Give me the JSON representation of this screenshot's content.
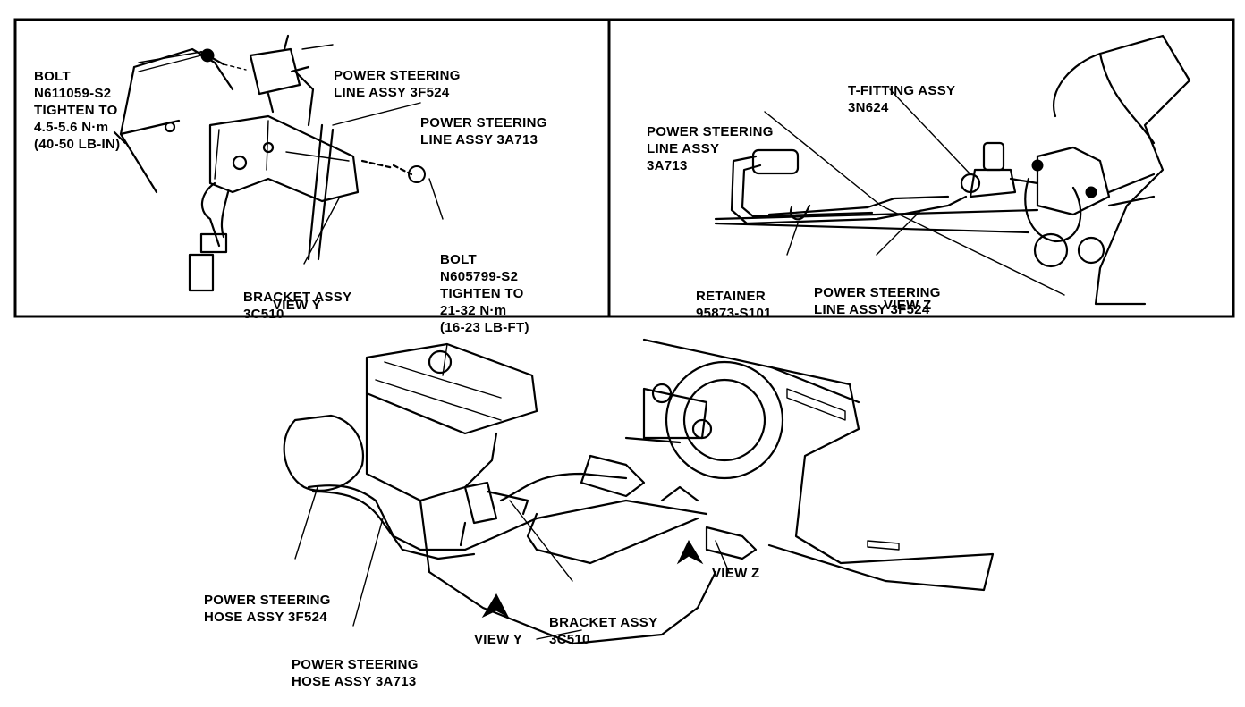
{
  "view_y": {
    "title": "VIEW Y",
    "bolt_upper": [
      "BOLT",
      "N611059-S2",
      "TIGHTEN TO",
      "4.5-5.6 N·m",
      "(40-50 LB-IN)"
    ],
    "line_3f524": [
      "POWER STEERING",
      "LINE ASSY 3F524"
    ],
    "line_3a713": [
      "POWER STEERING",
      "LINE ASSY 3A713"
    ],
    "bracket": [
      "BRACKET ASSY",
      "3C510"
    ],
    "bolt_lower": [
      "BOLT",
      "N605799-S2",
      "TIGHTEN TO",
      "21-32 N·m",
      "(16-23 LB-FT)"
    ]
  },
  "view_z": {
    "title": "VIEW Z",
    "tfitting": [
      "T-FITTING ASSY",
      "3N624"
    ],
    "line_3a713": [
      "POWER STEERING",
      "LINE ASSY",
      "3A713"
    ],
    "retainer": [
      "RETAINER",
      "95873-S101"
    ],
    "line_3f524": [
      "POWER STEERING",
      "LINE ASSY 3F524"
    ]
  },
  "main": {
    "hose_3f524": [
      "POWER STEERING",
      "HOSE ASSY 3F524"
    ],
    "hose_3a713": [
      "POWER STEERING",
      "HOSE ASSY 3A713"
    ],
    "bracket": [
      "BRACKET ASSY",
      "3C510"
    ],
    "view_y_arrow": "VIEW Y",
    "view_z_arrow": "VIEW Z"
  }
}
